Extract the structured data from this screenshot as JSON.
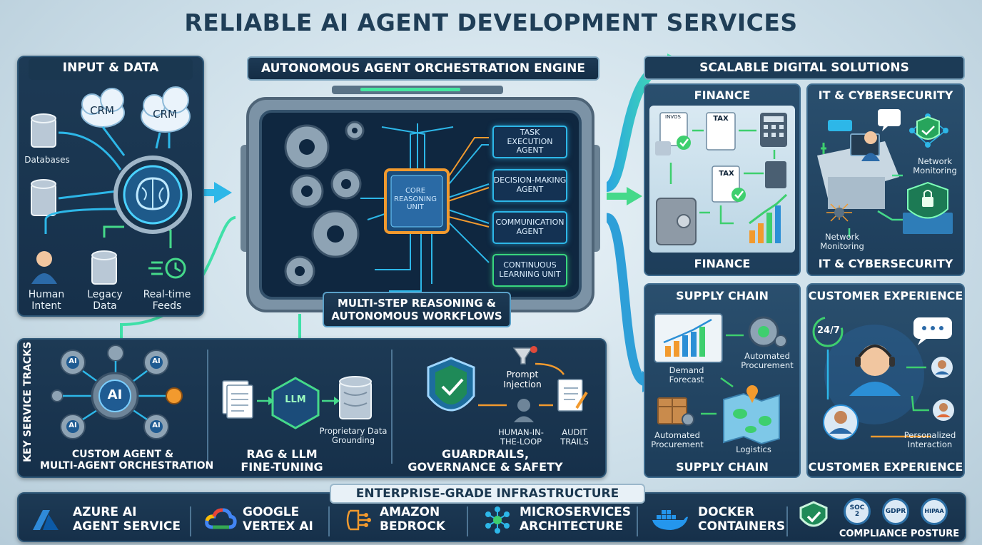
{
  "title": "RELIABLE AI AGENT DEVELOPMENT SERVICES",
  "input": {
    "title": "INPUT & DATA",
    "crm1": "CRM",
    "crm2": "CRM",
    "databases": "Databases",
    "human_intent": "Human\nIntent",
    "legacy_data": "Legacy\nData",
    "realtime_feeds": "Real-time\nFeeds"
  },
  "engine": {
    "banner": "AUTONOMOUS AGENT ORCHESTRATION ENGINE",
    "core": "CORE\nREASONING\nUNIT",
    "agents": [
      "TASK\nEXECUTION\nAGENT",
      "DECISION-MAKING\nAGENT",
      "COMMUNICATION\nAGENT",
      "CONTINUOUS\nLEARNING UNIT"
    ],
    "footer": "MULTI-STEP REASONING &\nAUTONOMOUS WORKFLOWS"
  },
  "solutions": {
    "banner": "SCALABLE DIGITAL SOLUTIONS",
    "finance": {
      "title": "FINANCE",
      "footer": "FINANCE",
      "doc1": "INVOS",
      "doc2": "TAX",
      "doc3": "TAX"
    },
    "it": {
      "title": "IT & CYBERSECURITY",
      "footer": "IT & CYBERSECURITY",
      "net1": "Network\nMonitoring",
      "net2": "Network\nMonitoring"
    },
    "supply": {
      "title": "SUPPLY CHAIN",
      "footer": "SUPPLY CHAIN",
      "demand": "Demand\nForecast",
      "auto1": "Automated\nProcurement",
      "auto2": "Automated\nProcurement",
      "logistics": "Logistics"
    },
    "cx": {
      "title": "CUSTOMER EXPERIENCE",
      "footer": "CUSTOMER EXPERIENCE",
      "h247": "24/7",
      "personalized": "Personalized\nInteraction"
    }
  },
  "tracks": {
    "side_label": "KEY SERVICE TRACKS",
    "custom": {
      "ai_small": "AI",
      "ai_big": "AI",
      "label": "CUSTOM AGENT &\nMULTI-AGENT ORCHESTRATION"
    },
    "rag": {
      "llm": "LLM",
      "grounding": "Proprietary Data\nGrounding",
      "label": "RAG & LLM\nFINE-TUNING"
    },
    "guard": {
      "prompt": "Prompt\nInjection",
      "hitl": "HUMAN-IN-\nTHE-LOOP",
      "audit": "AUDIT\nTRAILS",
      "label": "GUARDRAILS,\nGOVERNANCE & SAFETY"
    }
  },
  "infra": {
    "banner": "ENTERPRISE-GRADE INFRASTRUCTURE",
    "items": [
      {
        "label": "AZURE AI\nAGENT SERVICE",
        "icon": "azure-icon"
      },
      {
        "label": "GOOGLE\nVERTEX AI",
        "icon": "google-cloud-icon"
      },
      {
        "label": "AMAZON\nBEDROCK",
        "icon": "bedrock-icon"
      },
      {
        "label": "MICROSERVICES\nARCHITECTURE",
        "icon": "microservices-icon"
      },
      {
        "label": "DOCKER\nCONTAINERS",
        "icon": "docker-icon"
      }
    ],
    "compliance": {
      "soc": "SOC\n2",
      "gdpr": "GDPR",
      "hipaa": "HIPAA",
      "label": "COMPLIANCE POSTURE"
    }
  },
  "colors": {
    "panel": "#1d3a55",
    "accent_blue": "#2db7e8",
    "accent_green": "#39d67e",
    "accent_orange": "#f29a2e"
  }
}
